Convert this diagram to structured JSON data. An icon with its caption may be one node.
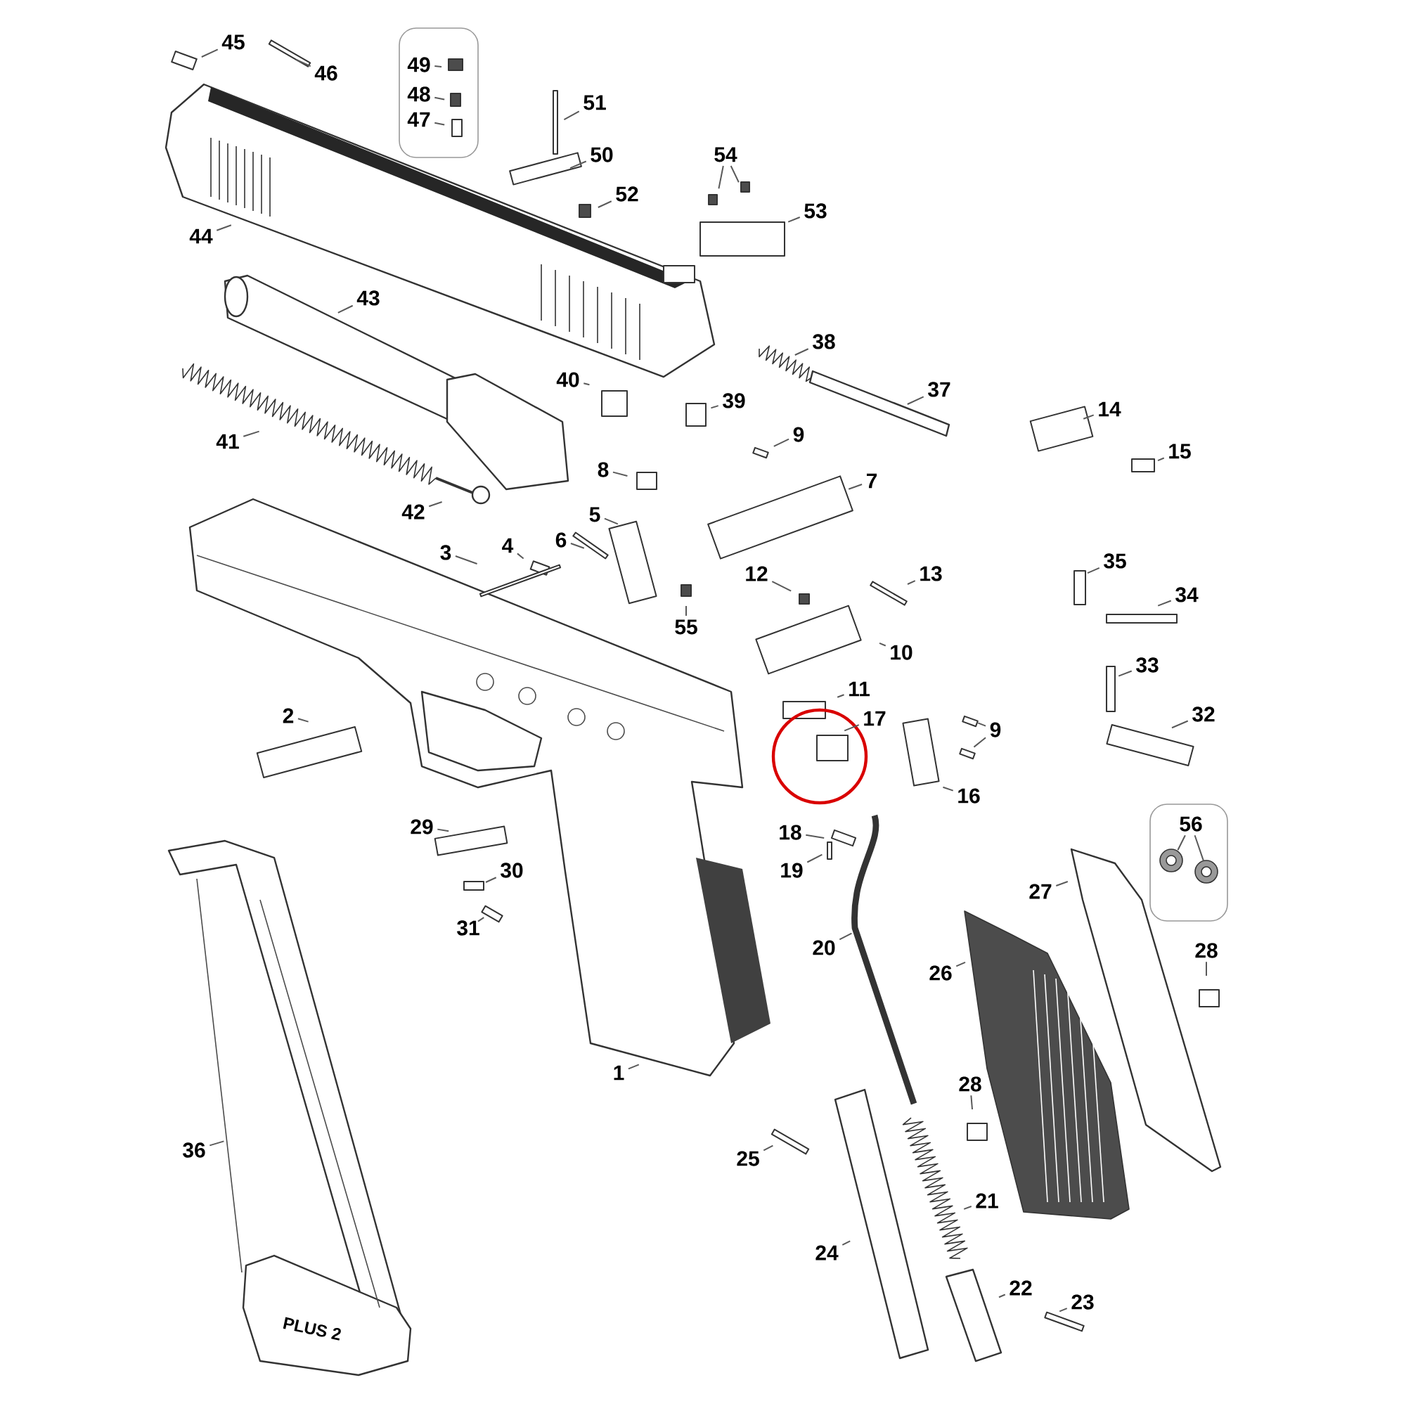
{
  "diagram": {
    "nodes": [
      {
        "text": [
          "45"
        ]
      },
      {
        "text": [
          "46"
        ]
      },
      {
        "text": [
          "49"
        ]
      },
      {
        "text": [
          "48"
        ]
      },
      {
        "text": [
          "47"
        ]
      },
      {
        "text": [
          "51"
        ]
      },
      {
        "text": [
          "50"
        ]
      },
      {
        "text": [
          "52"
        ]
      },
      {
        "text": [
          "54"
        ]
      },
      {
        "text": [
          "53"
        ]
      },
      {
        "text": [
          "44"
        ]
      },
      {
        "text": [
          "43"
        ]
      },
      {
        "text": [
          "38"
        ]
      },
      {
        "text": [
          "40"
        ]
      },
      {
        "text": [
          "39"
        ]
      },
      {
        "text": [
          "37"
        ]
      },
      {
        "text": [
          "41"
        ]
      },
      {
        "text": [
          "14"
        ]
      },
      {
        "text": [
          "15"
        ]
      },
      {
        "text": [
          "9"
        ]
      },
      {
        "text": [
          "8"
        ]
      },
      {
        "text": [
          "7"
        ]
      },
      {
        "text": [
          "42"
        ]
      },
      {
        "text": [
          "5"
        ]
      },
      {
        "text": [
          "4"
        ]
      },
      {
        "text": [
          "6"
        ]
      },
      {
        "text": [
          "3"
        ]
      },
      {
        "text": [
          "35"
        ]
      },
      {
        "text": [
          "12"
        ]
      },
      {
        "text": [
          "13"
        ]
      },
      {
        "text": [
          "55"
        ]
      },
      {
        "text": [
          "34"
        ]
      },
      {
        "text": [
          "10"
        ]
      },
      {
        "text": [
          "33"
        ]
      },
      {
        "text": [
          "11"
        ]
      },
      {
        "text": [
          "2"
        ]
      },
      {
        "text": [
          "17"
        ]
      },
      {
        "text": [
          "9"
        ]
      },
      {
        "text": [
          "32"
        ]
      },
      {
        "text": [
          "16"
        ]
      },
      {
        "text": [
          "56"
        ]
      },
      {
        "text": [
          "18"
        ]
      },
      {
        "text": [
          "29"
        ]
      },
      {
        "text": [
          "27"
        ]
      },
      {
        "text": [
          "30"
        ]
      },
      {
        "text": [
          "19"
        ]
      },
      {
        "text": [
          "31"
        ]
      },
      {
        "text": [
          "28"
        ]
      },
      {
        "text": [
          "26"
        ]
      },
      {
        "text": [
          "20"
        ]
      },
      {
        "text": [
          "1"
        ]
      },
      {
        "text": [
          "28"
        ]
      },
      {
        "text": [
          "36"
        ]
      },
      {
        "text": [
          "25"
        ]
      },
      {
        "text": [
          "21"
        ]
      },
      {
        "text": [
          "24"
        ]
      },
      {
        "text": [
          "22"
        ]
      },
      {
        "text": [
          "23"
        ]
      }
    ],
    "edges": [
      {
        "from": 0,
        "to": null,
        "arrow": "none"
      },
      {
        "from": 1,
        "to": null,
        "arrow": "none"
      },
      {
        "from": 2,
        "to": null,
        "arrow": "none"
      },
      {
        "from": 3,
        "to": null,
        "arrow": "none"
      },
      {
        "from": 4,
        "to": null,
        "arrow": "none"
      },
      {
        "from": 5,
        "to": null,
        "arrow": "none"
      },
      {
        "from": 6,
        "to": null,
        "arrow": "none"
      },
      {
        "from": 7,
        "to": null,
        "arrow": "none"
      },
      {
        "from": 8,
        "to": null,
        "arrow": "none"
      },
      {
        "from": 8,
        "to": null,
        "arrow": "none"
      },
      {
        "from": 9,
        "to": null,
        "arrow": "none"
      },
      {
        "from": 10,
        "to": null,
        "arrow": "none"
      },
      {
        "from": 11,
        "to": null,
        "arrow": "none"
      },
      {
        "from": 12,
        "to": null,
        "arrow": "none"
      },
      {
        "from": 13,
        "to": null,
        "arrow": "none"
      },
      {
        "from": 14,
        "to": null,
        "arrow": "none"
      },
      {
        "from": 15,
        "to": null,
        "arrow": "none"
      },
      {
        "from": 16,
        "to": null,
        "arrow": "none"
      },
      {
        "from": 17,
        "to": null,
        "arrow": "none"
      },
      {
        "from": 18,
        "to": null,
        "arrow": "none"
      },
      {
        "from": 19,
        "to": null,
        "arrow": "none"
      },
      {
        "from": 20,
        "to": null,
        "arrow": "none"
      },
      {
        "from": 21,
        "to": null,
        "arrow": "none"
      },
      {
        "from": 22,
        "to": null,
        "arrow": "none"
      },
      {
        "from": 23,
        "to": null,
        "arrow": "none"
      },
      {
        "from": 24,
        "to": null,
        "arrow": "none"
      },
      {
        "from": 25,
        "to": null,
        "arrow": "none"
      },
      {
        "from": 26,
        "to": null,
        "arrow": "none"
      },
      {
        "from": 27,
        "to": null,
        "arrow": "none"
      },
      {
        "from": 28,
        "to": null,
        "arrow": "none"
      },
      {
        "from": 29,
        "to": null,
        "arrow": "none"
      },
      {
        "from": 30,
        "to": null,
        "arrow": "none"
      },
      {
        "from": 31,
        "to": null,
        "arrow": "none"
      },
      {
        "from": 32,
        "to": null,
        "arrow": "none"
      },
      {
        "from": 33,
        "to": null,
        "arrow": "none"
      },
      {
        "from": 34,
        "to": null,
        "arrow": "none"
      },
      {
        "from": 35,
        "to": null,
        "arrow": "none"
      },
      {
        "from": 36,
        "to": null,
        "arrow": "none"
      },
      {
        "from": 37,
        "to": null,
        "arrow": "none"
      },
      {
        "from": 37,
        "to": null,
        "arrow": "none"
      },
      {
        "from": 38,
        "to": null,
        "arrow": "none"
      },
      {
        "from": 39,
        "to": null,
        "arrow": "none"
      },
      {
        "from": 40,
        "to": null,
        "arrow": "none"
      },
      {
        "from": 40,
        "to": null,
        "arrow": "none"
      },
      {
        "from": 41,
        "to": null,
        "arrow": "none"
      },
      {
        "from": 42,
        "to": null,
        "arrow": "none"
      },
      {
        "from": 43,
        "to": null,
        "arrow": "none"
      },
      {
        "from": 44,
        "to": null,
        "arrow": "none"
      },
      {
        "from": 45,
        "to": null,
        "arrow": "none"
      },
      {
        "from": 46,
        "to": null,
        "arrow": "none"
      },
      {
        "from": 47,
        "to": null,
        "arrow": "none"
      },
      {
        "from": 48,
        "to": null,
        "arrow": "none"
      },
      {
        "from": 49,
        "to": null,
        "arrow": "none"
      },
      {
        "from": 50,
        "to": null,
        "arrow": "none"
      },
      {
        "from": 51,
        "to": null,
        "arrow": "none"
      },
      {
        "from": 52,
        "to": null,
        "arrow": "none"
      },
      {
        "from": 53,
        "to": null,
        "arrow": "none"
      },
      {
        "from": 54,
        "to": null,
        "arrow": "none"
      },
      {
        "from": 55,
        "to": null,
        "arrow": "none"
      },
      {
        "from": 56,
        "to": null,
        "arrow": "none"
      },
      {
        "from": 57,
        "to": null,
        "arrow": "none"
      }
    ],
    "labels": [
      "PLUS 2"
    ]
  }
}
